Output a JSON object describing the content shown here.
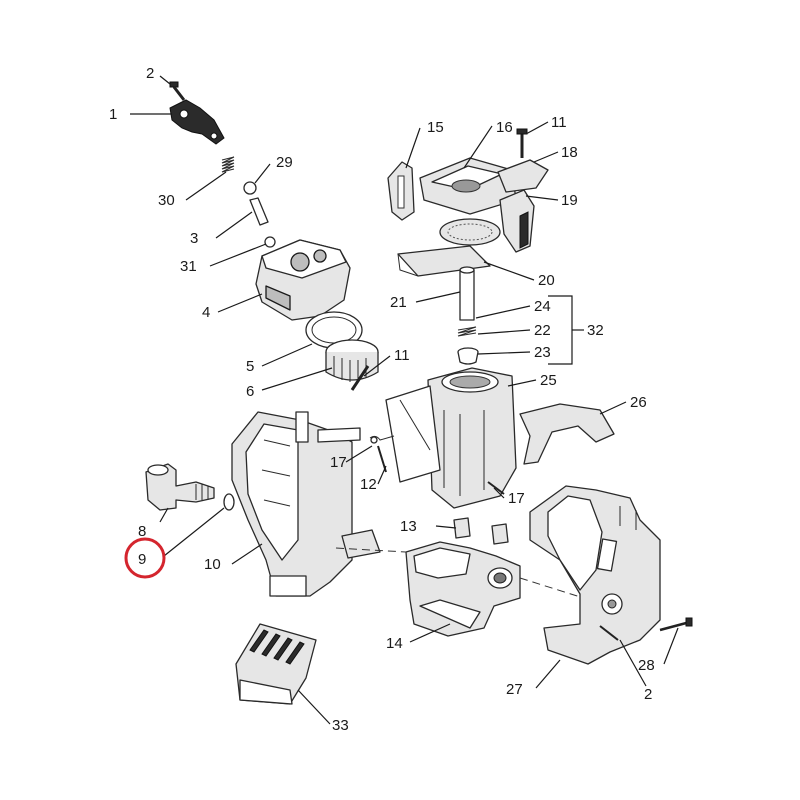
{
  "diagram": {
    "labels": {
      "l1": "1",
      "l2a": "2",
      "l30": "30",
      "l29": "29",
      "l3": "3",
      "l31": "31",
      "l4": "4",
      "l5": "5",
      "l6": "6",
      "l11b": "11",
      "l15": "15",
      "l16": "16",
      "l11a": "11",
      "l18": "18",
      "l19": "19",
      "l20": "20",
      "l21": "21",
      "l24": "24",
      "l22": "22",
      "l23": "23",
      "l32": "32",
      "l25": "25",
      "l26": "26",
      "l17a": "17",
      "l12": "12",
      "l17b": "17",
      "l8": "8",
      "l9": "9",
      "l10": "10",
      "l13": "13",
      "l14": "14",
      "l27": "27",
      "l2b": "2",
      "l28": "28",
      "l33": "33"
    },
    "highlight_color": "#d4252e",
    "highlighted_part": "9"
  }
}
